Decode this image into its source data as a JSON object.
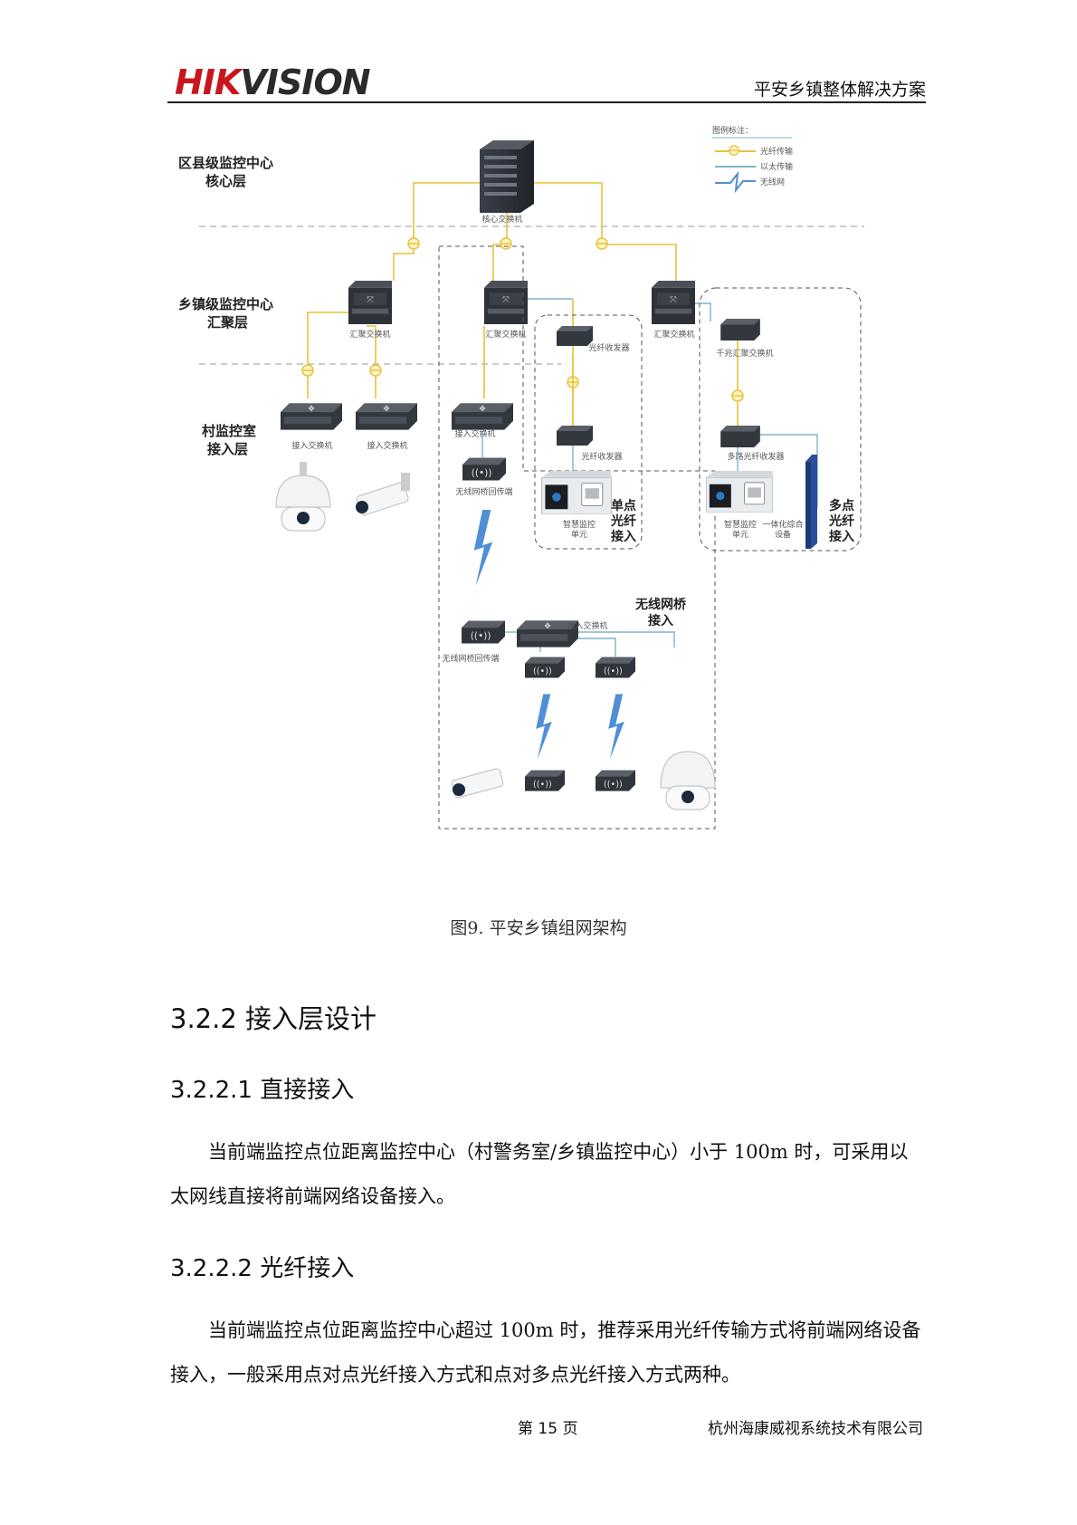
{
  "header": {
    "logo_part1": "HIK",
    "logo_part2": "VISION",
    "doc_title": "平安乡镇整体解决方案"
  },
  "diagram": {
    "legend": {
      "title": "图例标注：",
      "items": [
        "光纤传输",
        "以太传输",
        "无线网"
      ]
    },
    "layers": {
      "core_line1": "区县级监控中心",
      "core_line2": "核心层",
      "agg_line1": "乡镇级监控中心",
      "agg_line2": "汇聚层",
      "access_line1": "村监控室",
      "access_line2": "接入层"
    },
    "devices": {
      "core_switch": "核心交换机",
      "agg_switch_1": "汇聚交换机",
      "agg_switch_2": "汇聚交换机",
      "agg_switch_3": "汇聚交换机",
      "access_switch_1": "接入交换机",
      "access_switch_2": "接入交换机",
      "access_switch_3": "接入交换机",
      "bridge_1": "无线网桥回传端",
      "fiber_tx_1": "光纤收发器",
      "fiber_tx_2": "光纤收发器",
      "smart_unit_1_a": "智慧监控",
      "smart_unit_1_b": "单元",
      "gigabit_agg": "千兆汇聚交换机",
      "multi_fiber": "多路光纤收发器",
      "smart_unit_2_a": "智慧监控",
      "smart_unit_2_b": "单元",
      "integrated_a": "一体化综合",
      "integrated_b": "设备",
      "bridge_2": "无线网桥回传端",
      "access_switch_4": "接入交换机"
    },
    "groups": {
      "single_fiber": [
        "单点",
        "光纤",
        "接入"
      ],
      "multi_fiber": [
        "多点",
        "光纤",
        "接入"
      ],
      "wireless": [
        "无线网桥",
        "接入"
      ]
    },
    "colors": {
      "fiber": "#e8c23a",
      "ethernet": "#7fb2c7",
      "wireless": "#4f8fd6"
    }
  },
  "caption": "图9. 平安乡镇组网架构",
  "section": {
    "heading": "3.2.2 接入层设计",
    "sub1": {
      "heading": "3.2.2.1 直接接入",
      "text": "当前端监控点位距离监控中心（村警务室/乡镇监控中心）小于 100m 时，可采用以太网线直接将前端网络设备接入。"
    },
    "sub2": {
      "heading": "3.2.2.2 光纤接入",
      "text": "当前端监控点位距离监控中心超过 100m 时，推荐采用光纤传输方式将前端网络设备接入，一般采用点对点光纤接入方式和点对多点光纤接入方式两种。"
    }
  },
  "footer": {
    "page": "第 15 页",
    "company": "杭州海康威视系统技术有限公司"
  }
}
